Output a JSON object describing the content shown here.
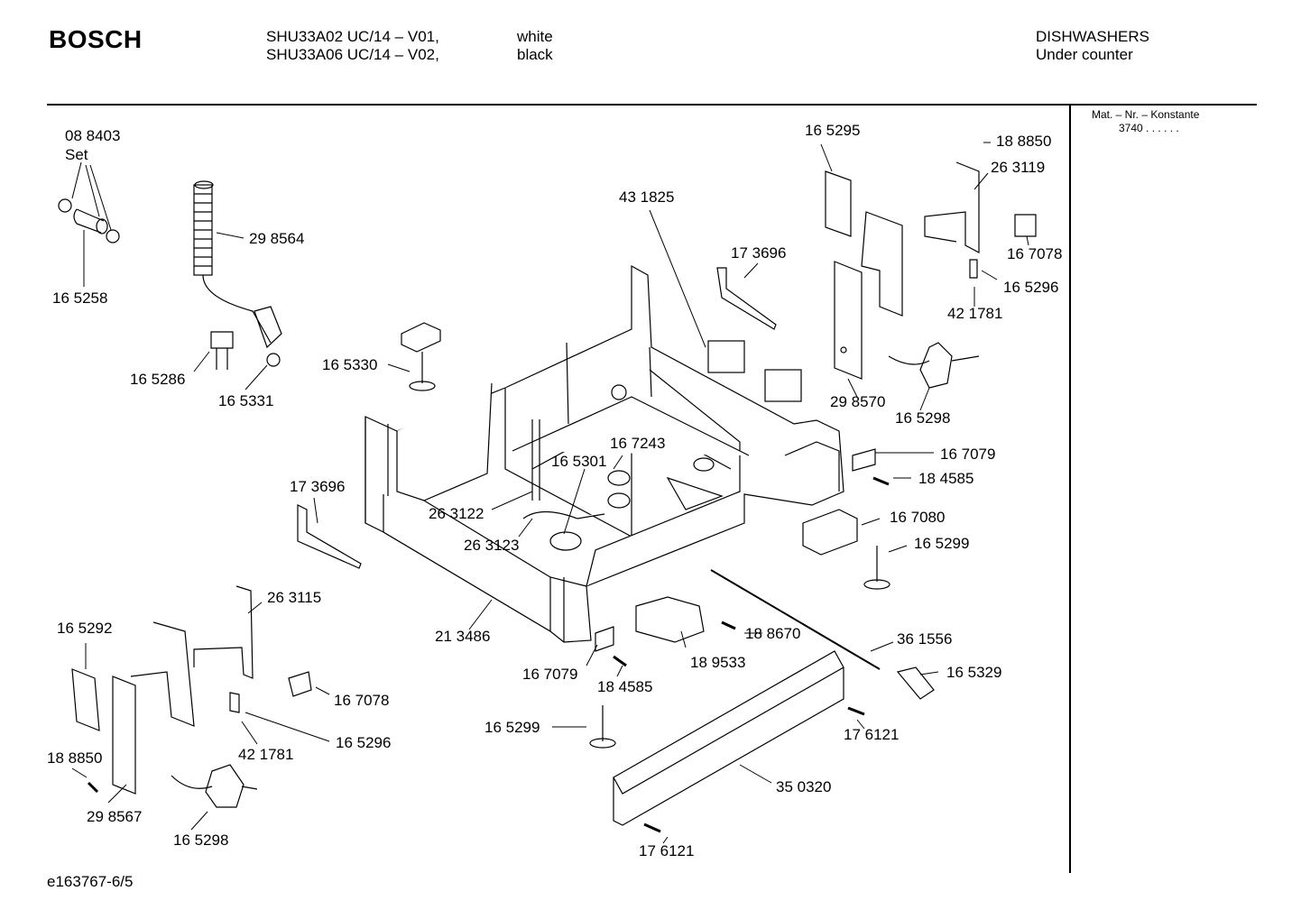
{
  "header": {
    "brand": "BOSCH",
    "models": [
      "SHU33A02 UC/14 – V01,",
      "SHU33A06 UC/14 – V02,"
    ],
    "colors": [
      "white",
      "black"
    ],
    "category": [
      "DISHWASHERS",
      "Under counter"
    ]
  },
  "side_panel": {
    "title": "Mat. – Nr. – Konstante",
    "value": "3740 .  .  .  .  .  ."
  },
  "part_labels": {
    "p088403": "08 8403",
    "set": "Set",
    "p165258": "16 5258",
    "p298564": "29 8564",
    "p165286": "16 5286",
    "p165331": "16 5331",
    "p165330": "16 5330",
    "p431825": "43 1825",
    "p173696a": "17 3696",
    "p165295": "16 5295",
    "p188850a": "18 8850",
    "p263119": "26 3119",
    "p167078a": "16 7078",
    "p165296a": "16 5296",
    "p421781a": "42 1781",
    "p298570": "29 8570",
    "p165298a": "16 5298",
    "p167243": "16 7243",
    "p165301": "16 5301",
    "p167079a": "16 7079",
    "p184585a": "18 4585",
    "p173696b": "17 3696",
    "p263122": "26 3122",
    "p263123": "26 3123",
    "p167080": "16 7080",
    "p165299a": "16 5299",
    "p263115": "26 3115",
    "p165292": "16 5292",
    "p213486": "21 3486",
    "p188670": "18 8670",
    "p361556": "36 1556",
    "p167079b": "16 7079",
    "p189533": "18 9533",
    "p165329": "16 5329",
    "p184585b": "18 4585",
    "p167078b": "16 7078",
    "p165296b": "16 5296",
    "p421781b": "42 1781",
    "p165299b": "16 5299",
    "p176121a": "17 6121",
    "p188850b": "18 8850",
    "p298567": "29 8567",
    "p350320": "35 0320",
    "p165298b": "16 5298",
    "p176121b": "17 6121"
  },
  "footer": {
    "diagram_id": "e163767-6/5"
  }
}
